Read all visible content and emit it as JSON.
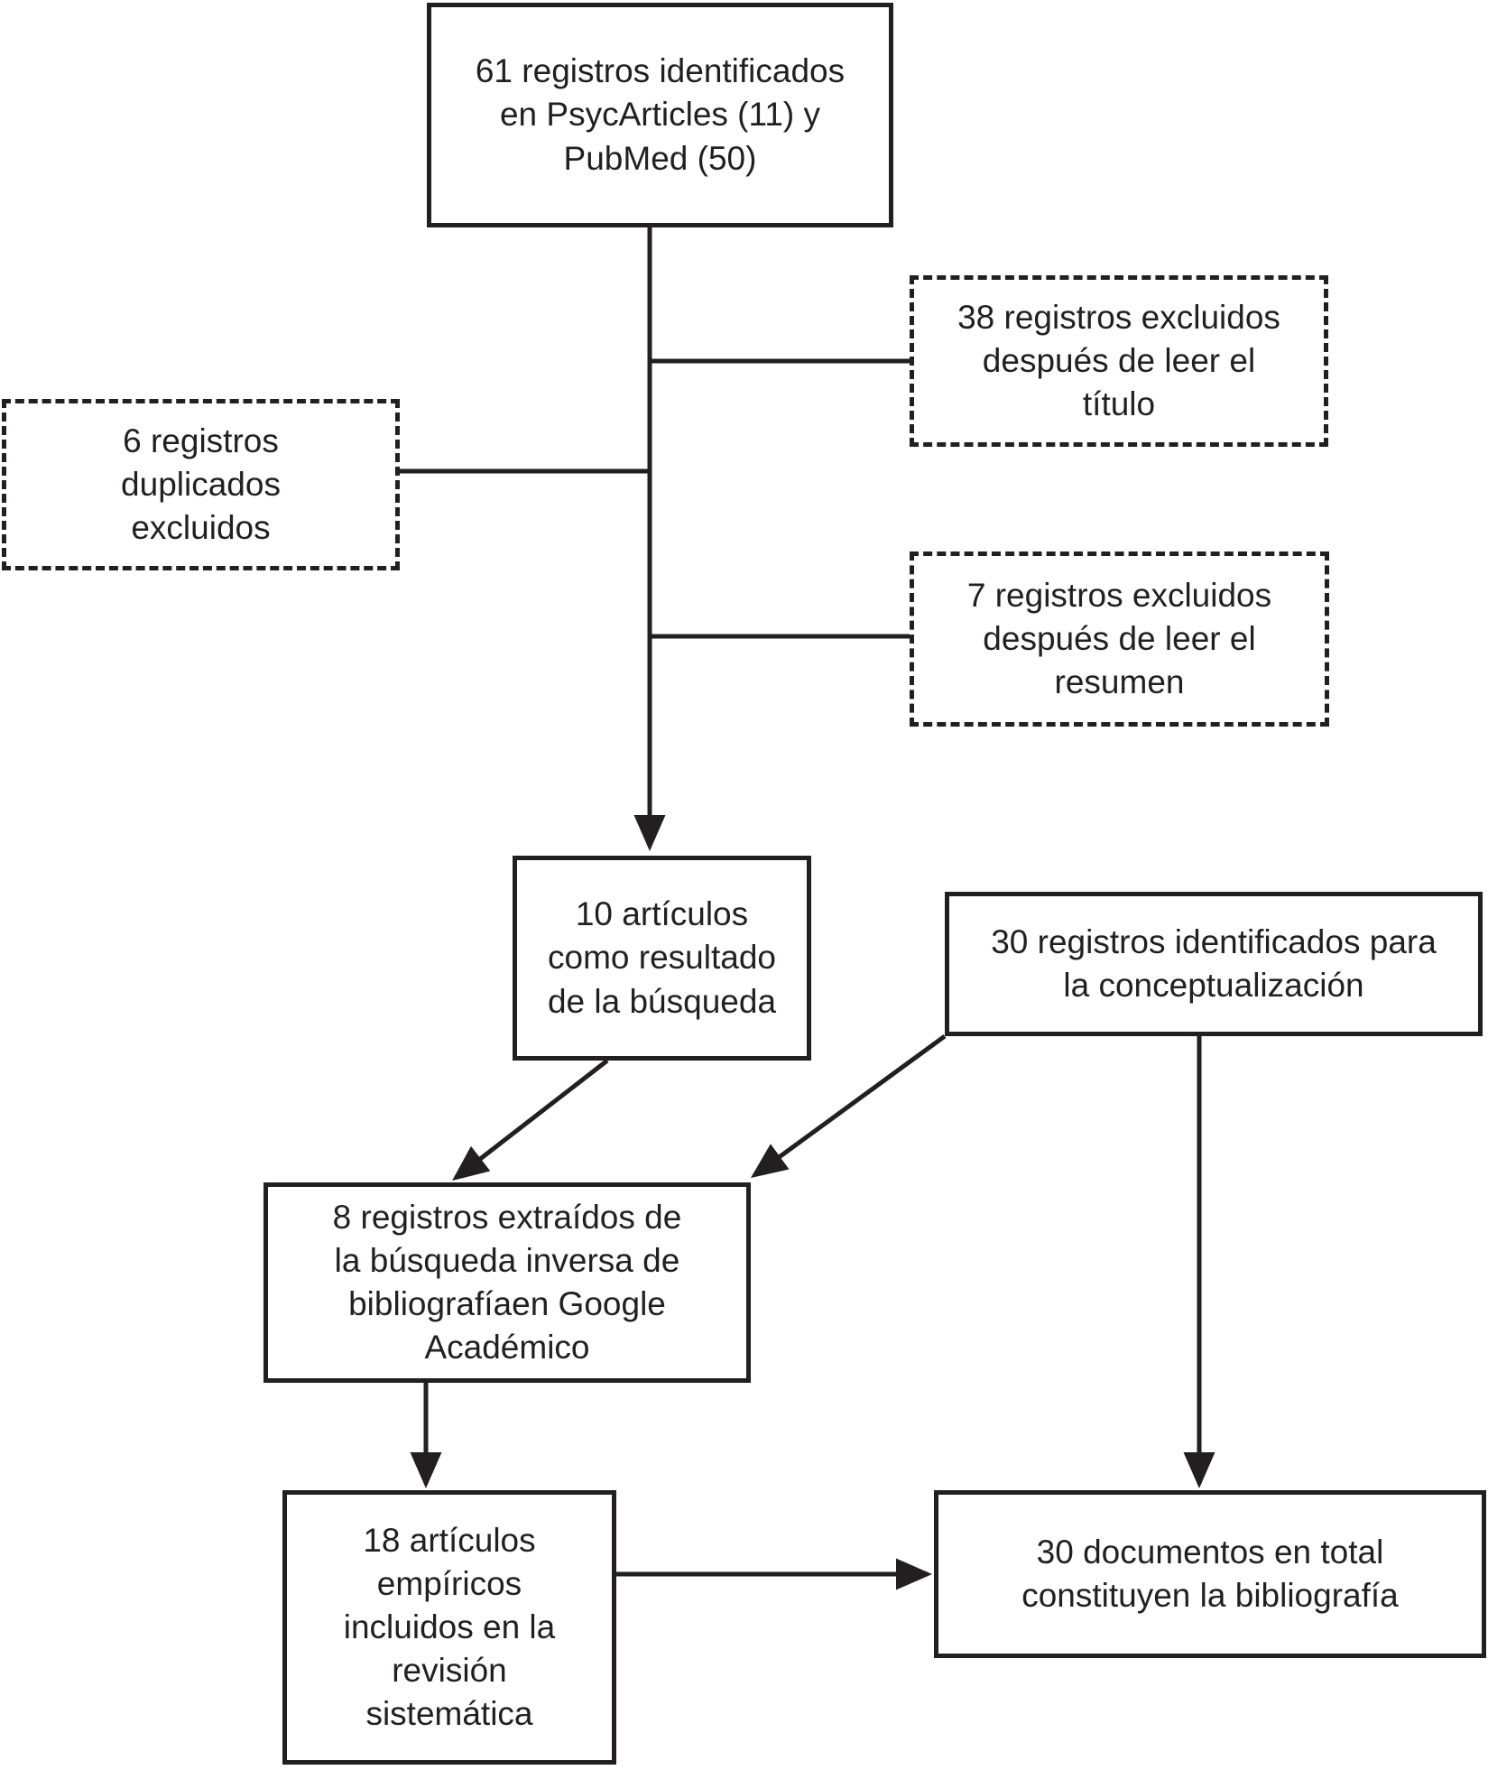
{
  "diagram": {
    "type": "flowchart",
    "language": "es",
    "background_color": "#ffffff",
    "ink_color": "#231f20",
    "nodes": {
      "identified": {
        "count": 61,
        "border": "solid",
        "lines": [
          "61 registros identificados",
          "en PsycArticles (11) y",
          "PubMed (50)"
        ]
      },
      "excluded_title": {
        "count": 38,
        "border": "dashed",
        "lines": [
          "38 registros excluidos",
          "después de leer el",
          "título"
        ]
      },
      "duplicates": {
        "count": 6,
        "border": "dashed",
        "lines": [
          "6 registros",
          "duplicados",
          "excluidos"
        ]
      },
      "excluded_abstract": {
        "count": 7,
        "border": "dashed",
        "lines": [
          "7 registros excluidos",
          "después de leer el",
          "resumen"
        ]
      },
      "search_result": {
        "count": 10,
        "border": "solid",
        "lines": [
          "10 artículos",
          "como resultado",
          "de la búsqueda"
        ]
      },
      "conceptualization": {
        "count": 30,
        "border": "solid",
        "lines": [
          "30 registros identificados para",
          "la conceptualización"
        ]
      },
      "reverse_search": {
        "count": 8,
        "border": "solid",
        "lines": [
          "8 registros extraídos de",
          "la búsqueda inversa de",
          "bibliografíaen Google",
          "Académico"
        ]
      },
      "included": {
        "count": 18,
        "border": "solid",
        "lines": [
          "18 artículos",
          "empíricos",
          "incluidos en la",
          "revisión",
          "sistemática"
        ]
      },
      "bibliography": {
        "count": 30,
        "border": "solid",
        "lines": [
          "30 documentos en total",
          "constituyen la bibliografía"
        ]
      }
    },
    "connections": [
      {
        "from": "identified",
        "to": "search_result",
        "arrowhead": true,
        "shape": "vertical-trunk"
      },
      {
        "from": "identified-trunk",
        "to": "excluded_title",
        "arrowhead": false,
        "shape": "horizontal-branch"
      },
      {
        "from": "duplicates",
        "to": "identified-trunk",
        "arrowhead": false,
        "shape": "horizontal-branch"
      },
      {
        "from": "identified-trunk",
        "to": "excluded_abstract",
        "arrowhead": false,
        "shape": "horizontal-branch"
      },
      {
        "from": "search_result",
        "to": "reverse_search",
        "arrowhead": true,
        "shape": "diagonal"
      },
      {
        "from": "conceptualization",
        "to": "reverse_search",
        "arrowhead": true,
        "shape": "diagonal"
      },
      {
        "from": "conceptualization",
        "to": "bibliography",
        "arrowhead": true,
        "shape": "vertical"
      },
      {
        "from": "reverse_search",
        "to": "included",
        "arrowhead": true,
        "shape": "vertical"
      },
      {
        "from": "included",
        "to": "bibliography",
        "arrowhead": true,
        "shape": "horizontal"
      }
    ]
  }
}
